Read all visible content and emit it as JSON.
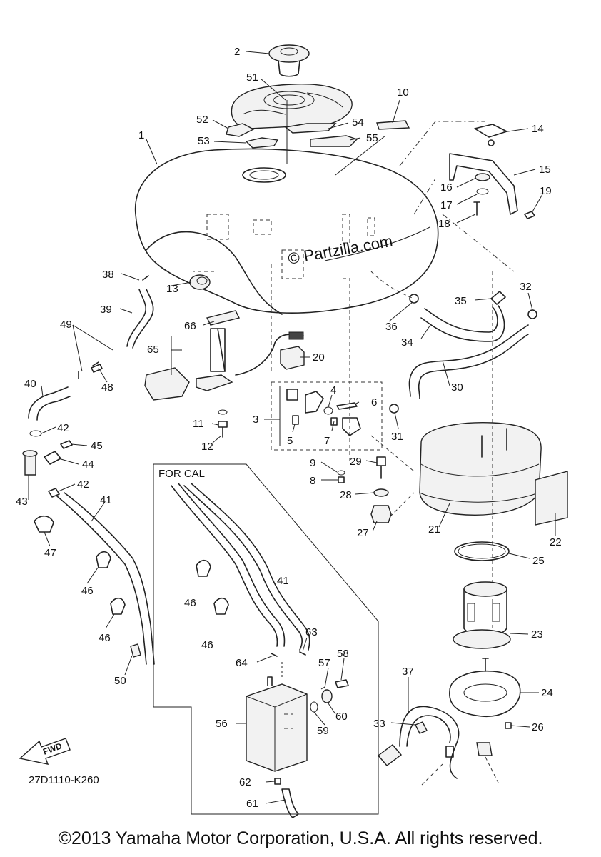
{
  "diagram": {
    "watermark": "© Partzilla.com",
    "section_title": "FOR CAL",
    "fwd_badge": "FWD",
    "drawing_code": "27D1110-K260",
    "copyright": "©2013 Yamaha Motor Corporation, U.S.A. All rights reserved.",
    "callouts": [
      "1",
      "2",
      "3",
      "4",
      "5",
      "6",
      "7",
      "8",
      "9",
      "10",
      "11",
      "12",
      "13",
      "14",
      "15",
      "16",
      "17",
      "18",
      "19",
      "20",
      "21",
      "22",
      "23",
      "24",
      "25",
      "26",
      "27",
      "28",
      "29",
      "30",
      "31",
      "32",
      "33",
      "34",
      "35",
      "36",
      "37",
      "38",
      "39",
      "40",
      "41",
      "42",
      "43",
      "44",
      "45",
      "46",
      "47",
      "48",
      "49",
      "50",
      "51",
      "52",
      "53",
      "54",
      "55",
      "56",
      "57",
      "58",
      "59",
      "60",
      "61",
      "62",
      "63",
      "64",
      "65",
      "66"
    ]
  }
}
